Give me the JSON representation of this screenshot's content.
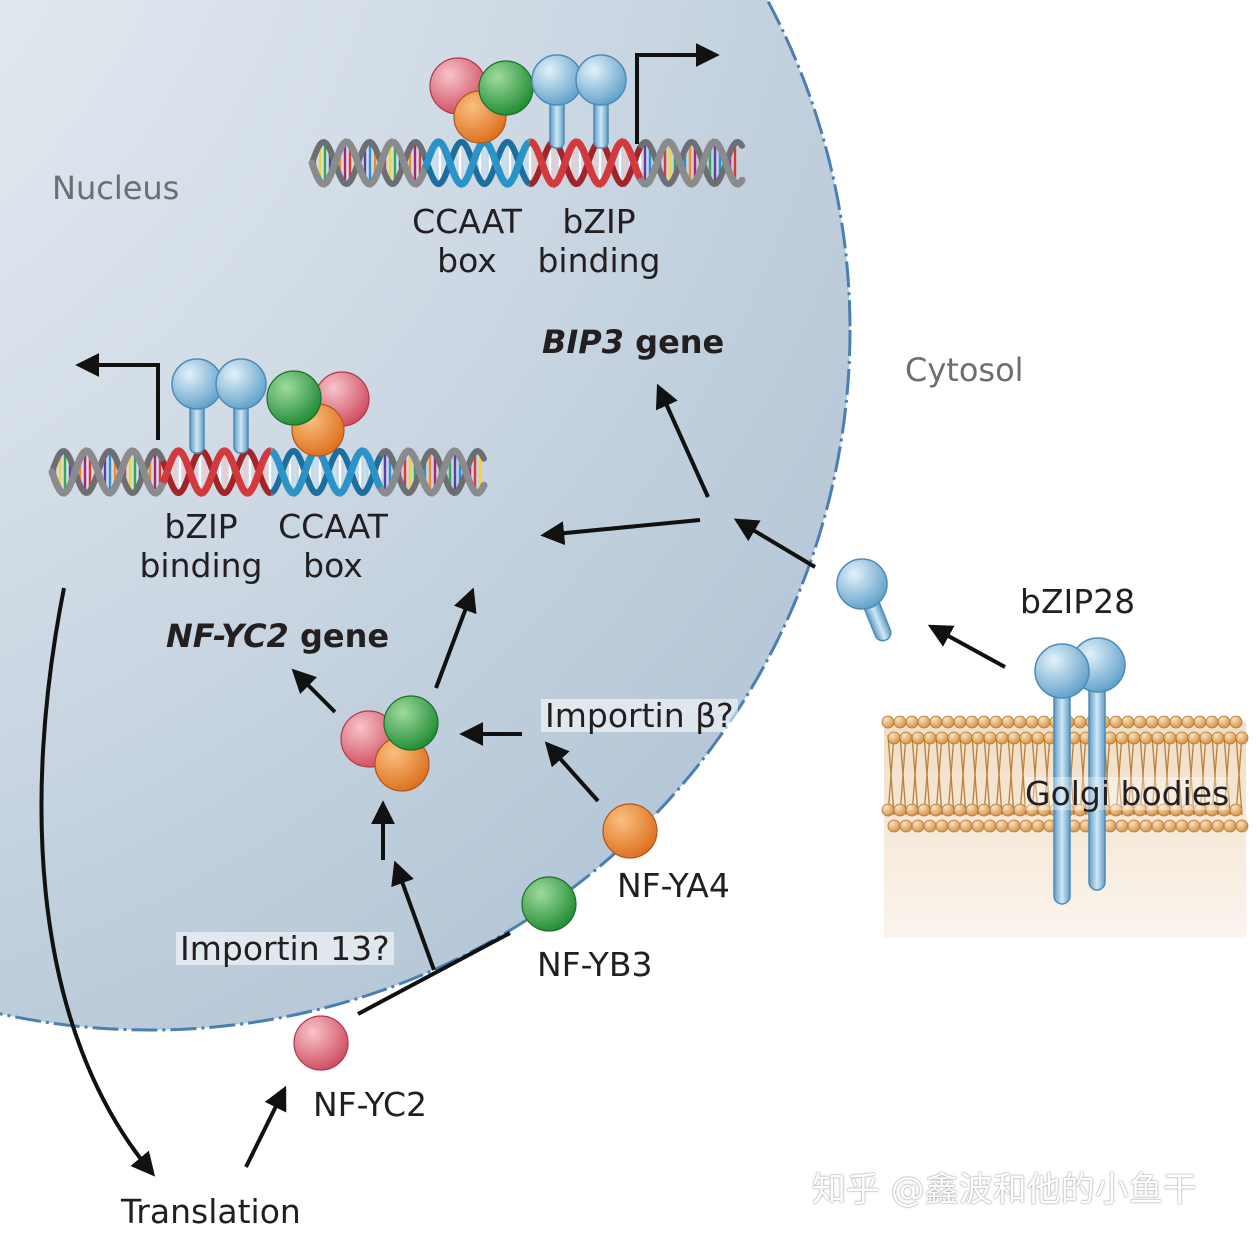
{
  "regions": {
    "nucleus": "Nucleus",
    "cytosol": "Cytosol"
  },
  "top_dna": {
    "ccaat_line1": "CCAAT",
    "ccaat_line2": "box",
    "bzip_line1": "bZIP",
    "bzip_line2": "binding"
  },
  "bip3_gene": {
    "name": "BIP3",
    "suffix": "gene"
  },
  "left_dna": {
    "bzip_line1": "bZIP",
    "bzip_line2": "binding",
    "ccaat_line1": "CCAAT",
    "ccaat_line2": "box"
  },
  "nfyc2_gene": {
    "name": "NF-YC2",
    "suffix": "gene"
  },
  "labels": {
    "importin_beta": "Importin β?",
    "importin_13": "Importin 13?",
    "nf_ya4": "NF-YA4",
    "nf_yb3": "NF-YB3",
    "nf_yc2": "NF-YC2",
    "translation": "Translation",
    "bzip28": "bZIP28",
    "golgi": "Golgi bodies"
  },
  "watermark": "知乎 @鑫波和他的小鱼干",
  "colors": {
    "nucleus_fill": "#c9d6e2",
    "nucleus_border": "#4b7fb3",
    "nf_yc_red": "#dc6a7a",
    "nf_yb_green": "#43a64c",
    "nf_ya_orange": "#ec8a3c",
    "bzip_blue": "#8ec0de",
    "dna_blue": "#2a94c8",
    "dna_red": "#d23a3e",
    "membrane_orange": "#e0a35a",
    "golgi_beige": "#f2e3cf"
  }
}
